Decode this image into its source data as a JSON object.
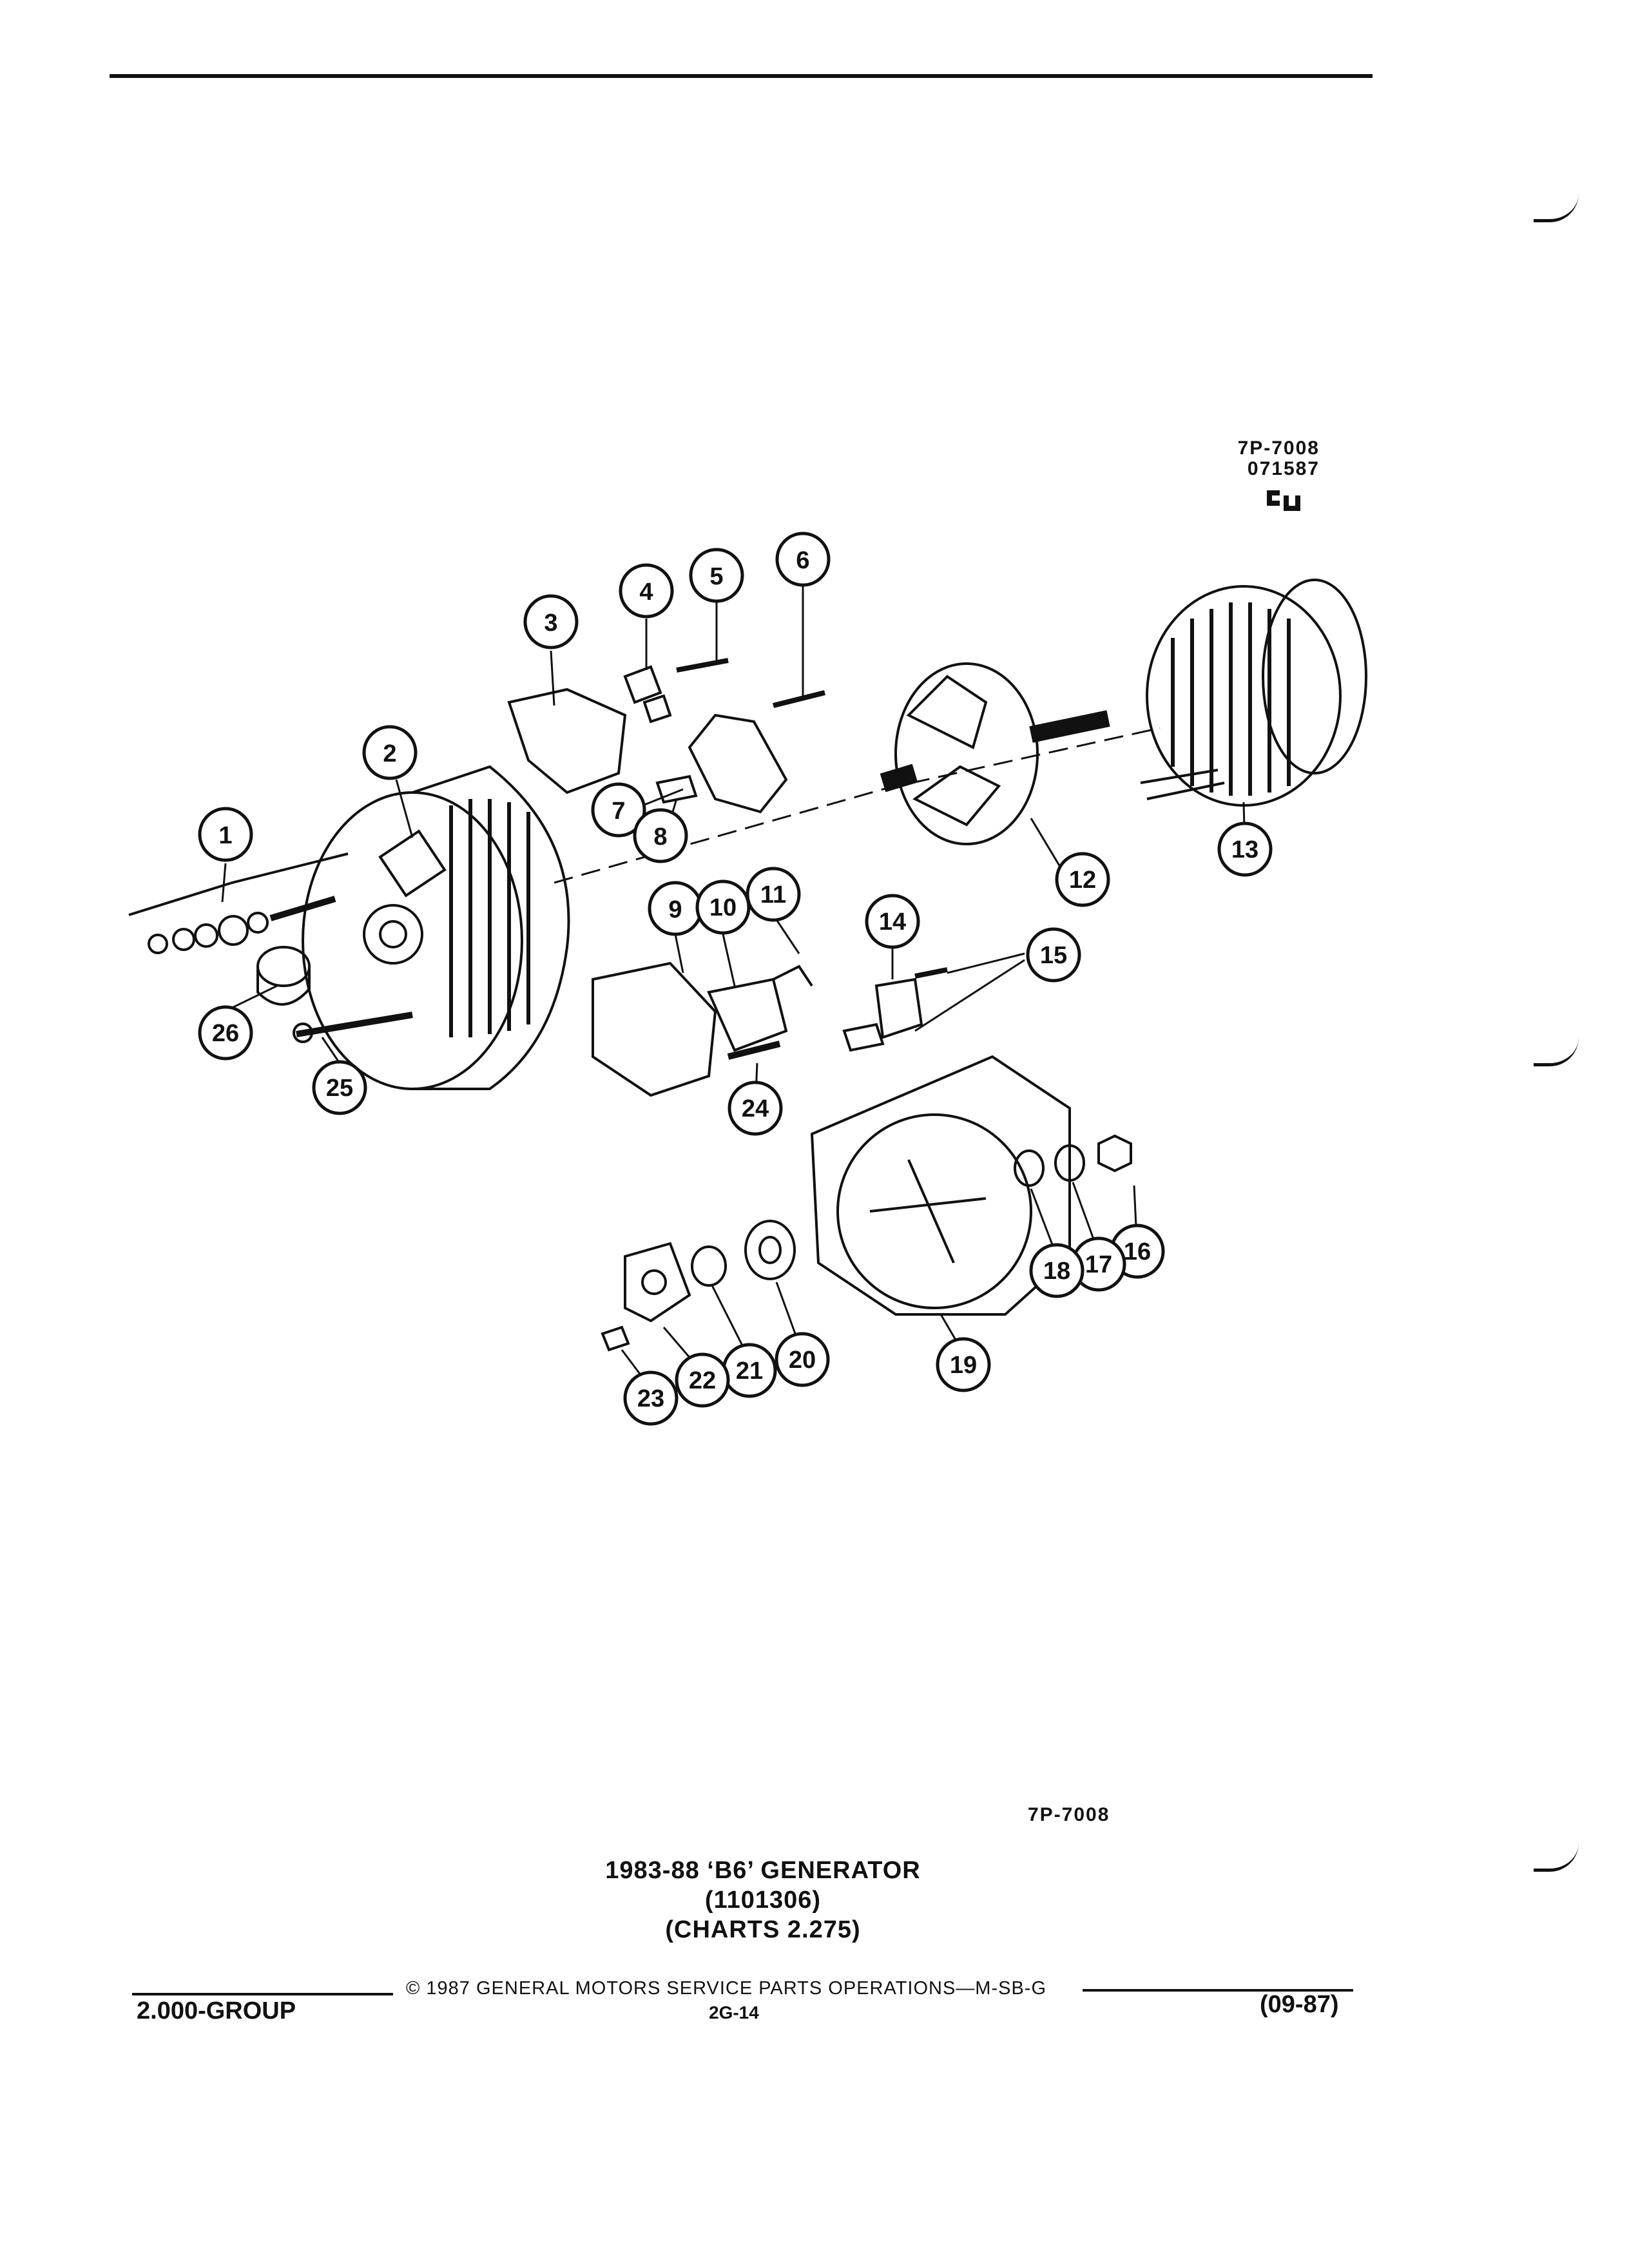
{
  "header": {
    "code_line1": "7P-7008",
    "code_line2": "071587",
    "logo_glyph": "ᴳᵁ"
  },
  "callouts": [
    "1",
    "2",
    "3",
    "4",
    "5",
    "6",
    "7",
    "8",
    "9",
    "10",
    "11",
    "12",
    "13",
    "14",
    "15",
    "16",
    "17",
    "18",
    "19",
    "20",
    "21",
    "22",
    "23",
    "24",
    "25",
    "26"
  ],
  "footer": {
    "figure_ref": "7P-7008",
    "title_line1": "1983-88 ‘B6’ GENERATOR",
    "title_line2": "(1101306)",
    "title_line3": "(CHARTS 2.275)",
    "copyright": "©  1987  GENERAL MOTORS SERVICE PARTS OPERATIONS—M-SB-G",
    "group": "2.000-GROUP",
    "page": "2G-14",
    "date": "(09-87)"
  }
}
